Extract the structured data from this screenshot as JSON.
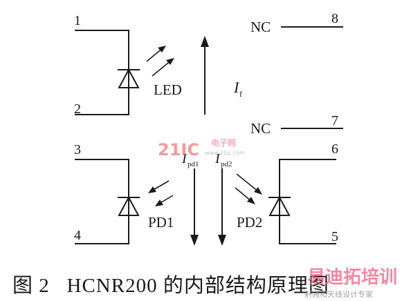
{
  "pins": {
    "p1": "1",
    "p2": "2",
    "p3": "3",
    "p4": "4",
    "p5": "5",
    "p6": "6",
    "p7": "7",
    "p8": "8"
  },
  "labels": {
    "nc_top": "NC",
    "nc_bottom": "NC",
    "led": "LED",
    "pd1": "PD1",
    "pd2": "PD2",
    "if_main": "I",
    "if_sub": "f",
    "ipd1_main": "I",
    "ipd1_sub": "pd1",
    "ipd2_main": "I",
    "ipd2_sub": "pd2"
  },
  "caption": "图 2   HCNR200 的内部结构原理图",
  "watermarks": {
    "center_logo": "21IC",
    "center_cn": "电子网",
    "center_url": "www.21ic.com",
    "corner_logo": "易迪拓培训",
    "corner_sub": "射频和天线设计专家"
  }
}
